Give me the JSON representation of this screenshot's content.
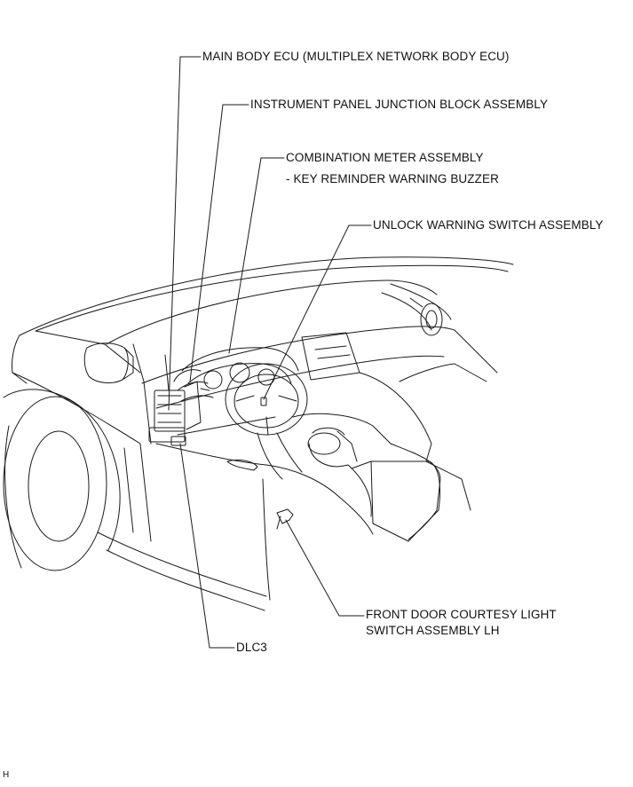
{
  "callouts": {
    "main_body_ecu": "MAIN BODY ECU (MULTIPLEX NETWORK BODY ECU)",
    "instrument_panel_jb": "INSTRUMENT PANEL JUNCTION BLOCK ASSEMBLY",
    "combination_meter": "COMBINATION METER ASSEMBLY",
    "key_reminder_buzzer": "- KEY REMINDER WARNING BUZZER",
    "unlock_warning_switch": "UNLOCK WARNING SWITCH ASSEMBLY",
    "front_door_courtesy_line1": "FRONT DOOR COURTESY LIGHT",
    "front_door_courtesy_line2": "SWITCH ASSEMBLY LH",
    "dlc3": "DLC3"
  },
  "corner_mark": "H",
  "colors": {
    "line": "#1a1a1a",
    "background": "#ffffff"
  }
}
